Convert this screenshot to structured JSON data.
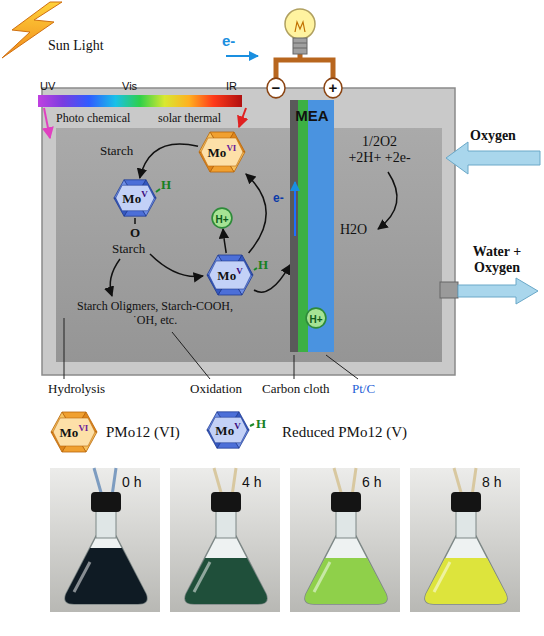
{
  "diagram": {
    "nodes": [
      {
        "text": [
          "−"
        ]
      },
      {
        "text": [
          "+"
        ]
      },
      {
        "text": [
          "Mo",
          "VI"
        ]
      },
      {
        "text": [
          "Mo",
          "V"
        ]
      },
      {
        "text": [
          "H+"
        ]
      },
      {
        "text": [
          "MEA"
        ]
      },
      {
        "text": [
          "Mo",
          "V"
        ]
      },
      {
        "text": [
          "H+"
        ],
        "in": 5
      },
      {
        "text": [
          "Mo",
          "VI"
        ]
      },
      {
        "text": [
          "Mo",
          "V"
        ]
      }
    ],
    "edges": [
      {
        "from": 2,
        "to": 3,
        "arrow": "to"
      },
      {
        "from": 6,
        "to": 2,
        "arrow": "to"
      },
      {
        "from": 6,
        "to": 4,
        "arrow": "to"
      },
      {
        "from": 6,
        "to": 5,
        "arrow": "to"
      }
    ],
    "labels": [
      "Sun Light",
      "UV",
      "Vis",
      "IR",
      "Photo chemical",
      "solar thermal",
      "e-",
      "Starch",
      "H",
      "O",
      "Starch",
      "H",
      "e-",
      "1/2O2 +2H+ +2e-",
      "H2O",
      "Oxygen",
      "Water + Oxygen",
      "Starch Oligmers, Starch-COOH, ˙OH, etc.",
      "Hydrolysis",
      "Oxidation",
      "Carbon cloth",
      "Pt/C",
      "PMo12 (VI)",
      "H",
      "Reduced PMo12 (V)",
      "0 h",
      "4 h",
      "6 h",
      "8 h"
    ]
  }
}
